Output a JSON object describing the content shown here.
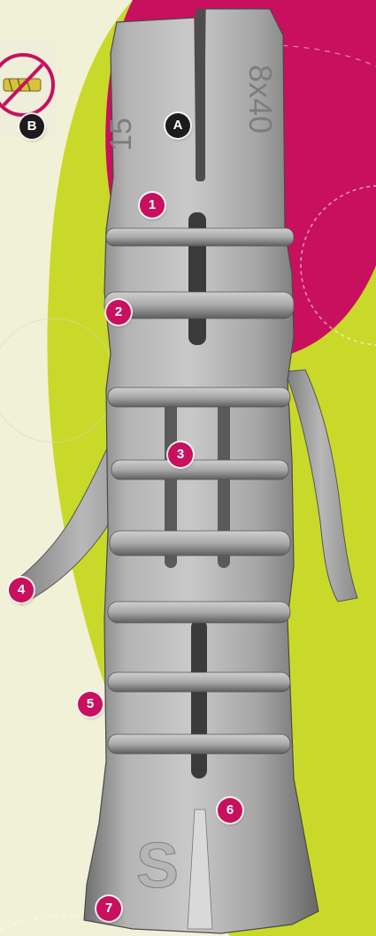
{
  "colors": {
    "background_lime": "#c9d92a",
    "background_cream": "#f1f1d8",
    "background_magenta": "#c8105f",
    "plug_gray": "#9c9c9c",
    "marker_numbered": "#c8105f",
    "marker_lettered": "#1c1c1c"
  },
  "plug_engraving": {
    "left_text": "15",
    "right_text": "8x40",
    "base_logo": "S"
  },
  "inset": {
    "icon": "no-screw-prohibition-icon"
  },
  "markers": {
    "A": "A",
    "B": "B",
    "m1": "1",
    "m2": "2",
    "m3": "3",
    "m4": "4",
    "m5": "5",
    "m6": "6",
    "m7": "7"
  }
}
